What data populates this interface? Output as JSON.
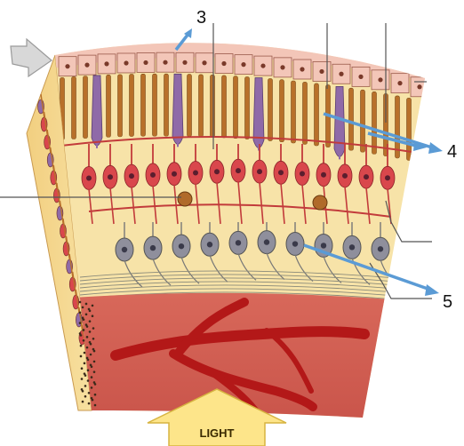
{
  "labels": {
    "callout_3": "3",
    "callout_4": "4",
    "callout_5": "5",
    "light": "LIGHT"
  },
  "colors": {
    "epithelium": "#f3c6b8",
    "epithelium_border": "#9a5a4a",
    "rod_cone_layer": "#f7e3a8",
    "rods": "#b8702a",
    "cones": "#8f6aa8",
    "bipolar_cells": "#d9474c",
    "nerve_fibers": "#c23b3b",
    "ganglion_cells": "#8f8f9c",
    "choroid": "#c9544a",
    "blood_vessel": "#c41a1a",
    "arrow_blue": "#5b9bd5",
    "light_arrow": "#fde58a"
  },
  "icons": {
    "incoming_arrow": "grey-block-arrow-icon",
    "light_arrow": "yellow-block-arrow-icon"
  }
}
